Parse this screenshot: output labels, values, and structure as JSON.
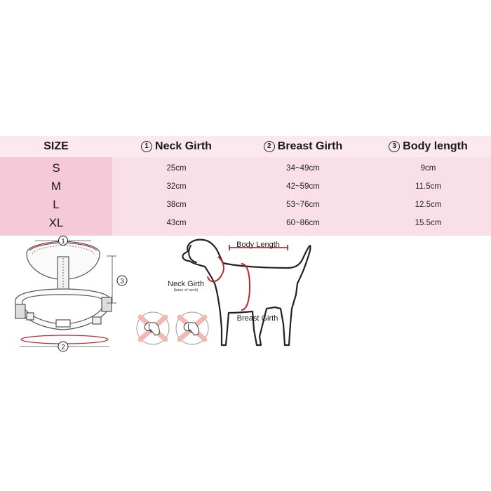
{
  "table": {
    "headers": {
      "size": "SIZE",
      "neck_num": "1",
      "neck": "Neck Girth",
      "breast_num": "2",
      "breast": "Breast Girth",
      "body_num": "3",
      "body": "Body length"
    },
    "rows": [
      {
        "size": "S",
        "neck": "25cm",
        "breast": "34~49cm",
        "body": "9cm"
      },
      {
        "size": "M",
        "neck": "32cm",
        "breast": "42~59cm",
        "body": "11.5cm"
      },
      {
        "size": "L",
        "neck": "38cm",
        "breast": "53~76cm",
        "body": "12.5cm"
      },
      {
        "size": "XL",
        "neck": "43cm",
        "breast": "60~86cm",
        "body": "15.5cm"
      }
    ]
  },
  "diagram": {
    "marker_1": "1",
    "marker_2": "2",
    "marker_3": "3",
    "body_length_label": "Body Length",
    "neck_girth_label": "Neck Girth",
    "neck_girth_sub": "(base of neck)",
    "breast_girth_label": "Breast Girth"
  },
  "colors": {
    "header_bg": "#fbe9ee",
    "size_col_bg": "#f5c9d8",
    "cell_bg": "#f9dfe8",
    "measure_red": "#c0292f"
  }
}
